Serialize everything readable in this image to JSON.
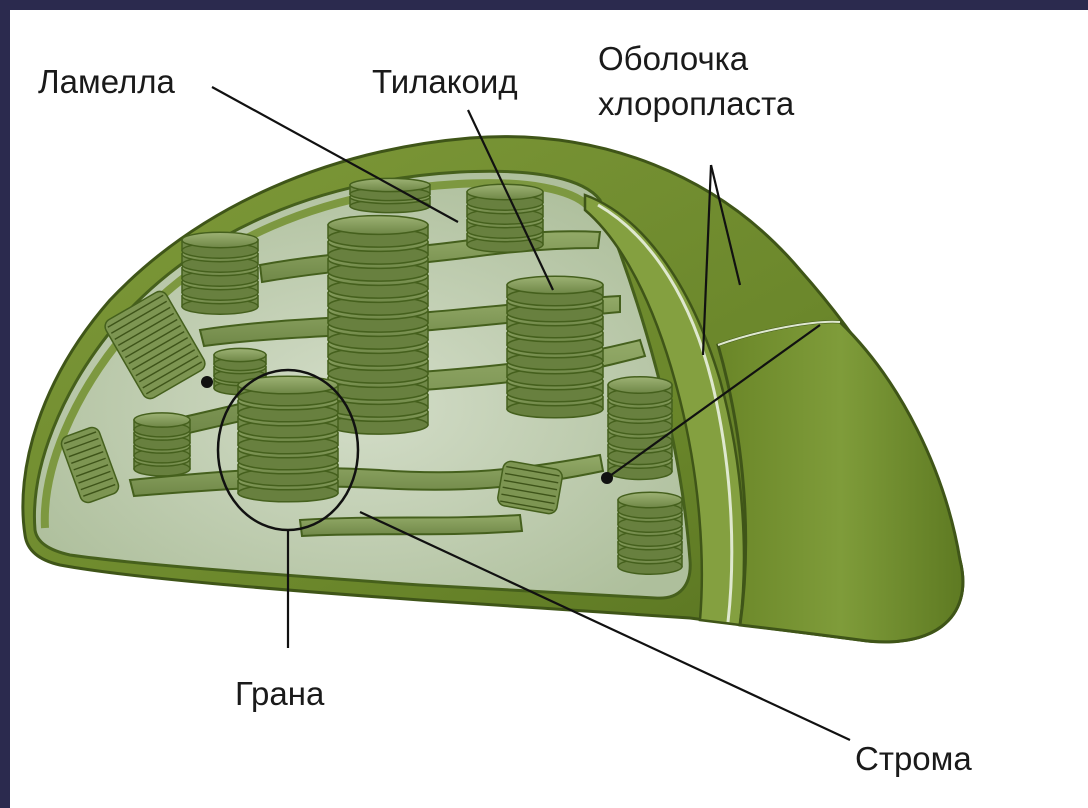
{
  "labels": {
    "lamella": "Ламелла",
    "thylakoid": "Тилакоид",
    "envelope_line1": "Оболочка",
    "envelope_line2": "хлоропласта",
    "grana": "Грана",
    "stroma": "Строма"
  },
  "colors": {
    "slide_background": "#2b2a4e",
    "envelope": "#6e8a2c",
    "stroma": "#c9d6bd",
    "thylakoid": "#8ea462"
  }
}
